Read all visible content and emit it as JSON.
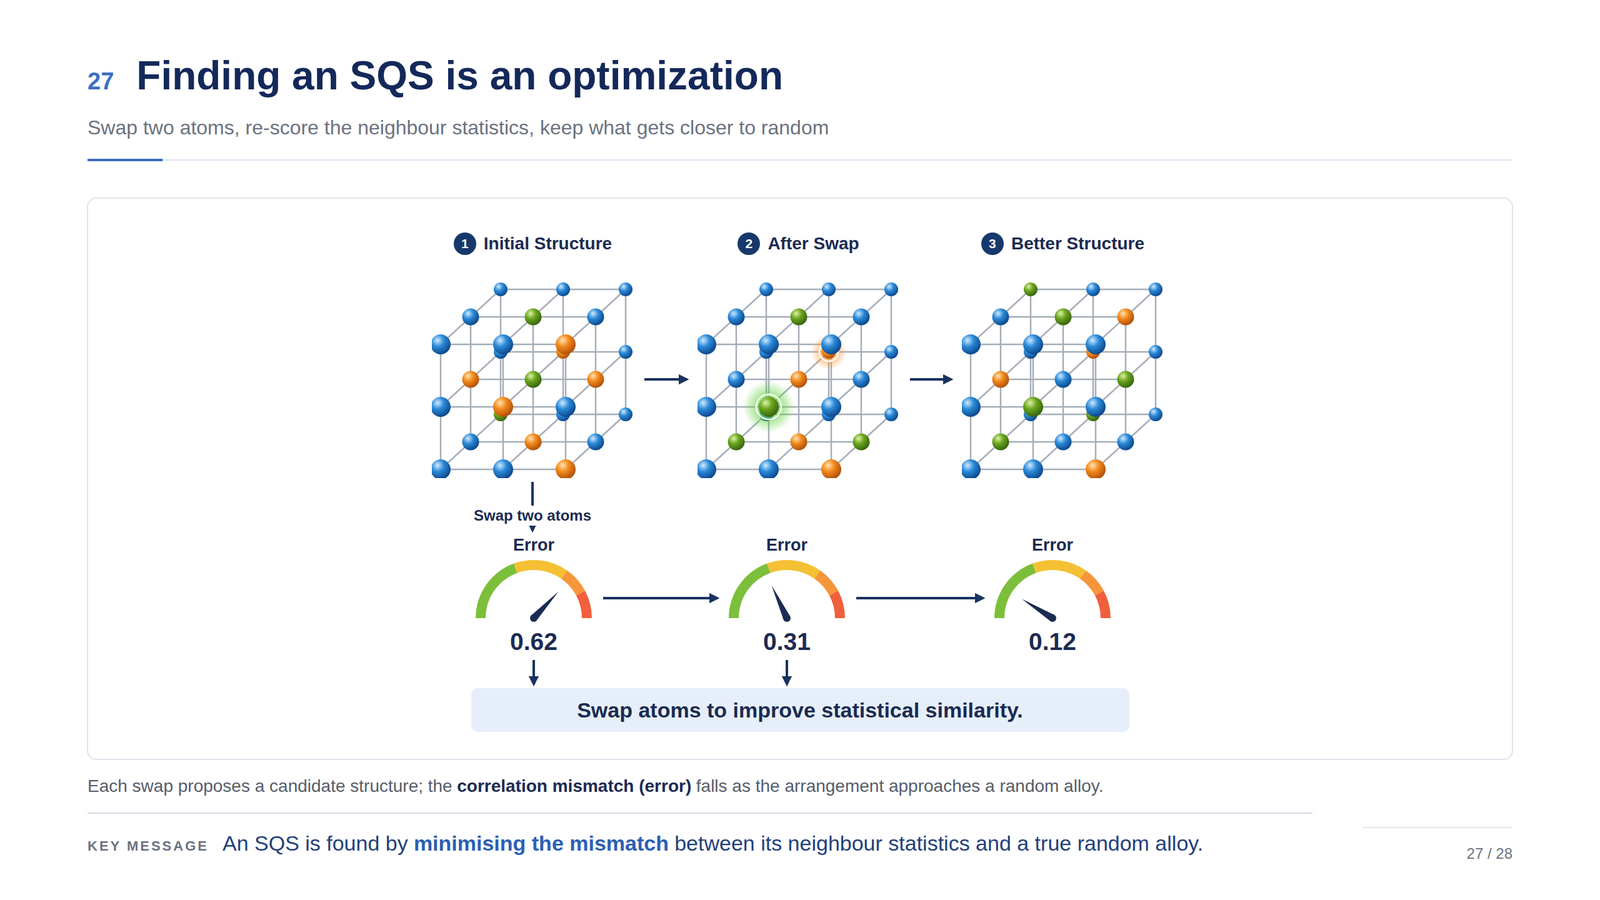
{
  "diagram": {
    "title": "Finding an SQS is an optimization",
    "nodes": [
      {
        "text": [
          "1",
          "Initial Structure"
        ]
      },
      {
        "text": [
          "2",
          "After Swap"
        ]
      },
      {
        "text": [
          "3",
          "Better Structure"
        ]
      },
      {
        "text": [
          "Error",
          "0.62"
        ]
      },
      {
        "text": [
          "Error",
          "0.31"
        ]
      },
      {
        "text": [
          "Error",
          "0.12"
        ]
      },
      {
        "text": [
          "Swap atoms to improve statistical similarity."
        ]
      }
    ],
    "edges": [
      {
        "from": 0,
        "to": 1,
        "arrow": "to"
      },
      {
        "from": 1,
        "to": 2,
        "arrow": "to"
      },
      {
        "from": 0,
        "to": 3,
        "label": "Swap two atoms",
        "arrow": "to"
      },
      {
        "from": 3,
        "to": 4,
        "arrow": "to"
      },
      {
        "from": 4,
        "to": 5,
        "arrow": "to"
      },
      {
        "from": 3,
        "to": 6,
        "arrow": "to"
      },
      {
        "from": 4,
        "to": 6,
        "arrow": "to"
      }
    ],
    "labels": [
      "27",
      "Swap two atoms, re-score the neighbour statistics, keep what gets closer to random",
      "Each swap proposes a candidate structure; the",
      "correlation mismatch (error)",
      "falls as the arrangement approaches a random alloy.",
      "KEY MESSAGE",
      "An SQS is found by",
      "minimising the mismatch",
      "between its neighbour statistics and a true random alloy.",
      "27 / 28"
    ]
  }
}
